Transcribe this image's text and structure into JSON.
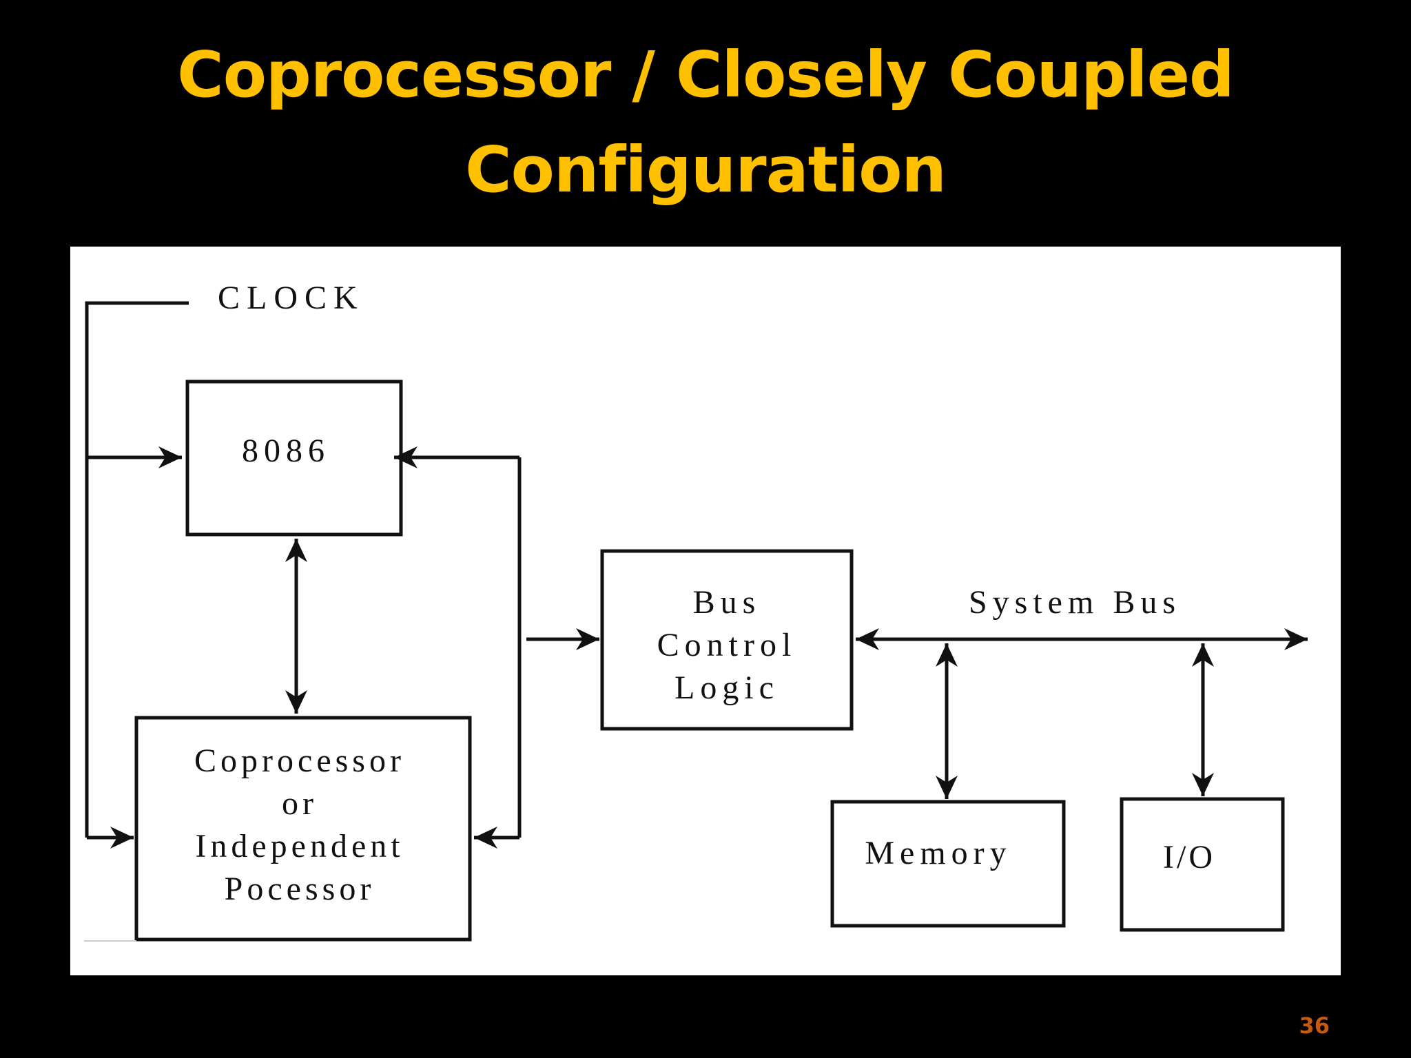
{
  "slide": {
    "title_line1": "Coprocessor / Closely Coupled",
    "title_line2": "Configuration",
    "number": "36"
  },
  "diagram": {
    "clock_label": "CLOCK",
    "cpu_label": "8086",
    "coprocessor_lines": [
      "Coprocessor",
      "or",
      "Independent",
      "Pocessor"
    ],
    "bus_control_lines": [
      "Bus",
      "Control",
      "Logic"
    ],
    "system_bus_label": "System Bus",
    "memory_label": "Memory",
    "io_label": "I/O"
  },
  "colors": {
    "title": "#FFC000",
    "slide_number": "#C55A11",
    "background": "#000000",
    "panel": "#FFFFFF",
    "lines": "#111111"
  }
}
